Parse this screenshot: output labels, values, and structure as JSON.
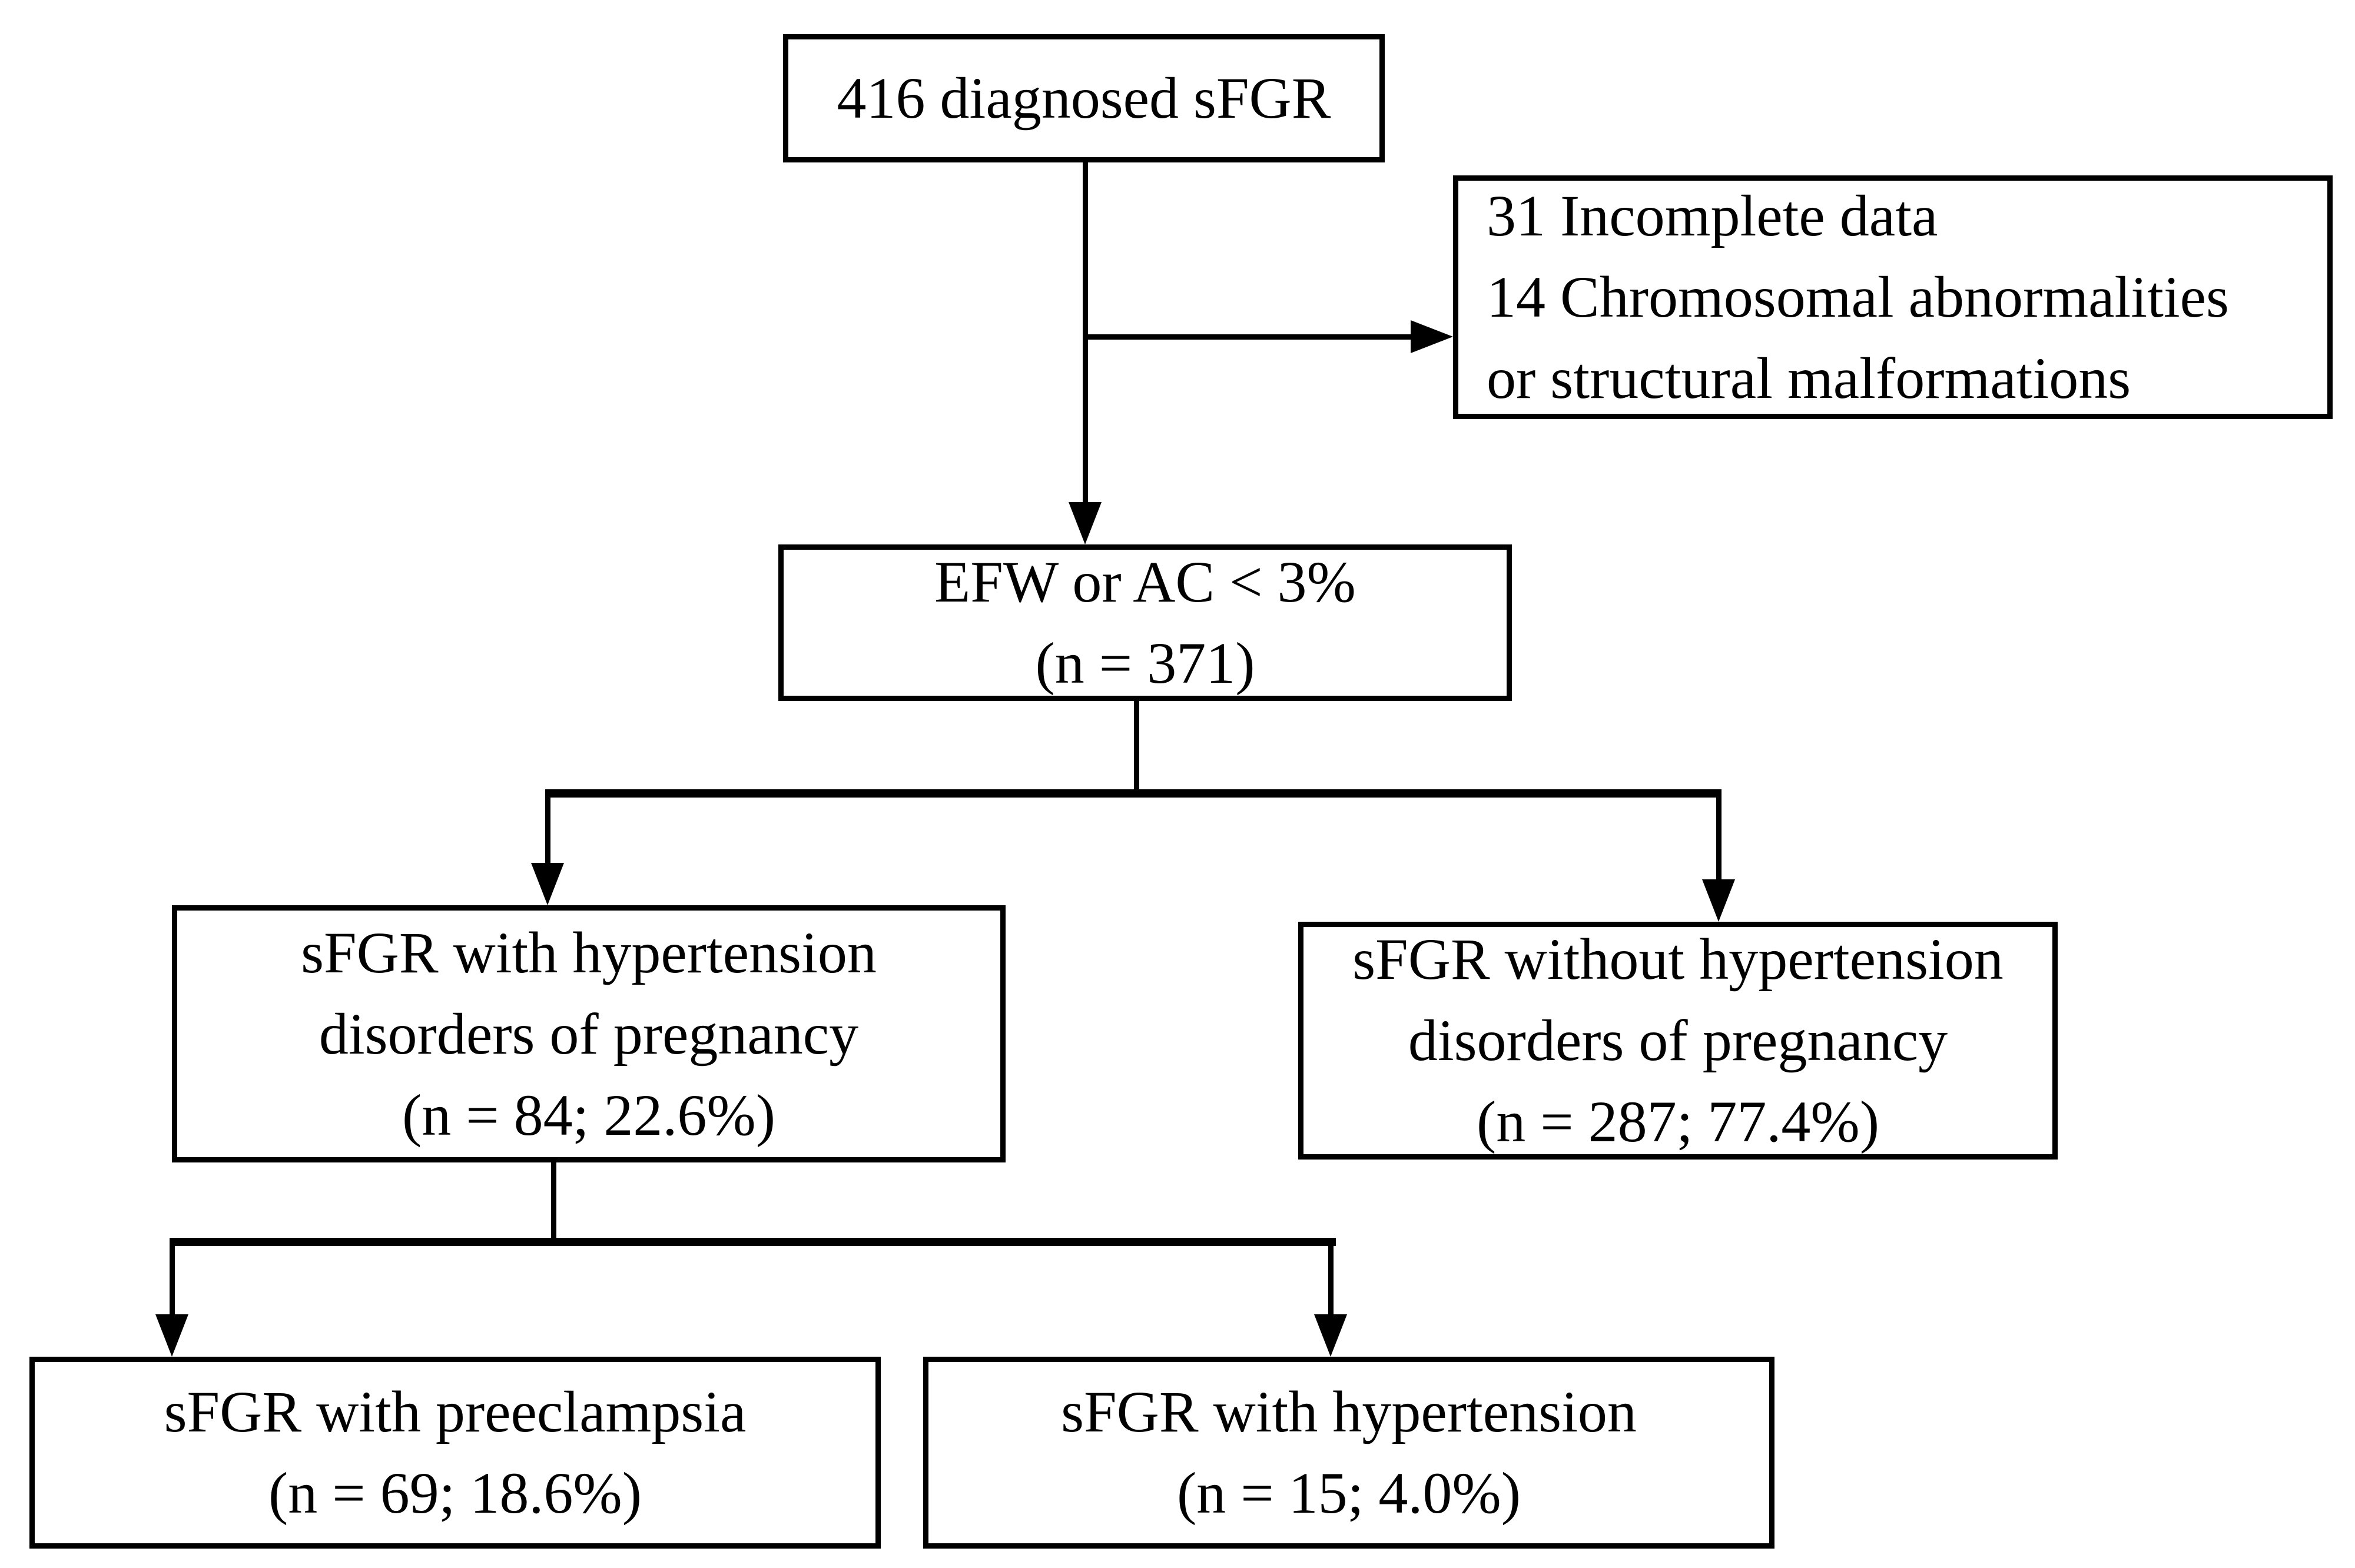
{
  "figure": {
    "type": "flowchart",
    "description": "Study flow diagram of diagnosed sFGR pregnancies"
  },
  "colors": {
    "line": "#000000",
    "box_border": "#000000",
    "text": "#000000",
    "background": "#ffffff"
  },
  "nodes": {
    "diagnosed": {
      "line1": "416 diagnosed sFGR"
    },
    "excluded": {
      "line1": "31 Incomplete data",
      "line2": "14 Chromosomal abnormalities",
      "line3": "or structural malformations"
    },
    "efw": {
      "line1": "EFW or AC < 3%",
      "line2": "(n = 371)"
    },
    "hdp": {
      "line1": "sFGR with hypertension",
      "line2": "disorders of pregnancy",
      "line3": "(n = 84; 22.6%)"
    },
    "noHdp": {
      "line1": "sFGR without hypertension",
      "line2": "disorders of pregnancy",
      "line3": "(n = 287; 77.4%)"
    },
    "preeclampsia": {
      "line1": "sFGR with preeclampsia",
      "line2": "(n = 69; 18.6%)"
    },
    "hypertension": {
      "line1": "sFGR with hypertension",
      "line2": "(n = 15; 4.0%)"
    }
  }
}
